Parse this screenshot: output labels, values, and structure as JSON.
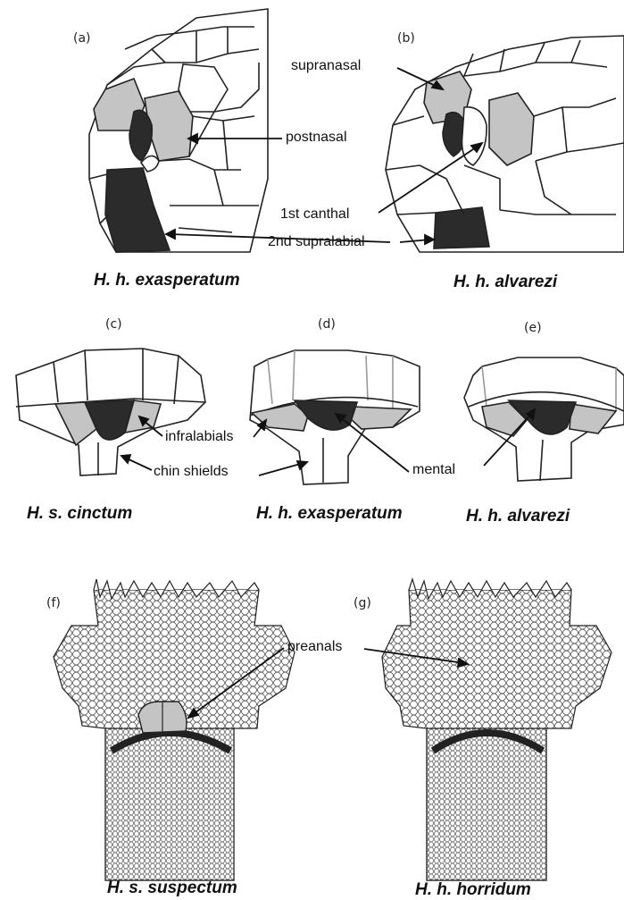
{
  "panels": {
    "a": "(a)",
    "b": "(b)",
    "c": "(c)",
    "d": "(d)",
    "e": "(e)",
    "f": "(f)",
    "g": "(g)"
  },
  "callouts": {
    "supranasal": "supranasal",
    "postnasal": "postnasal",
    "first_canthal": "1st canthal",
    "second_supralabial": "2nd supralabial",
    "infralabials": "infralabials",
    "chin_shields": "chin shields",
    "mental": "mental",
    "preanals": "preanals"
  },
  "captions": {
    "a": "H. h. exasperatum",
    "b": "H. h. alvarezi",
    "c": "H. s. cinctum",
    "d": "H. h. exasperatum",
    "e": "H. h. alvarezi",
    "f": "H. s. suspectum",
    "g": "H. h. horridum"
  },
  "colors": {
    "highlight_gray": "#c4c4c4",
    "dark_scale": "#333333",
    "outline": "#222222"
  }
}
